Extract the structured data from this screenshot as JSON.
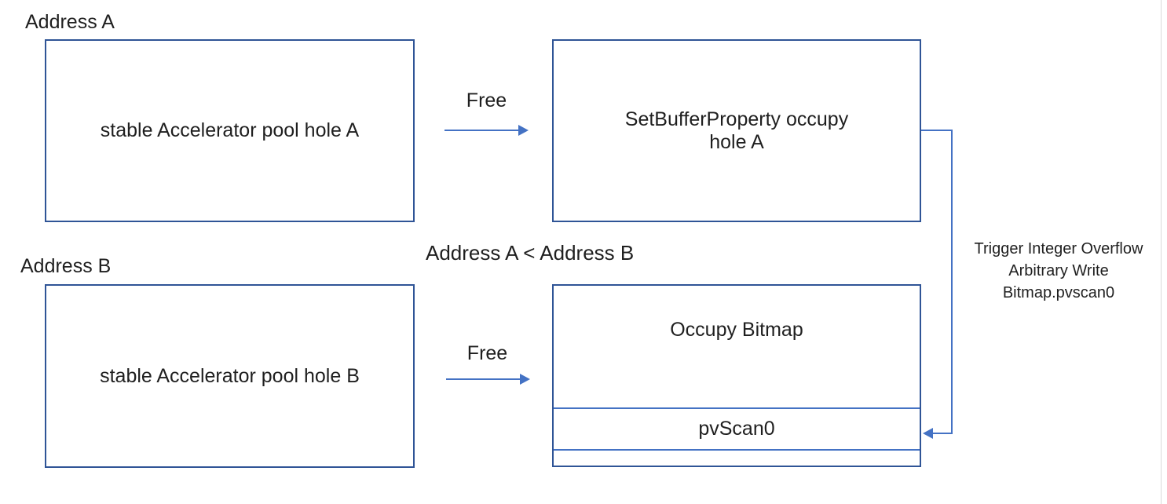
{
  "labels": {
    "address_a": "Address A",
    "address_b": "Address B",
    "comparison": "Address A < Address B",
    "free_a": "Free",
    "free_b": "Free"
  },
  "boxes": {
    "pool_hole_a": "stable Accelerator pool hole A",
    "occupy_hole_a_line1": "SetBufferProperty occupy",
    "occupy_hole_a_line2": "hole A",
    "pool_hole_b": "stable Accelerator pool hole B",
    "occupy_bitmap": "Occupy Bitmap",
    "pvscan0_field": "pvScan0"
  },
  "annotation": {
    "line1": "Trigger Integer Overflow",
    "line2": "Arbitrary Write",
    "line3": "Bitmap.pvscan0"
  },
  "colors": {
    "box_border": "#2f5496",
    "connector": "#4472c4",
    "text": "#1f1f1f"
  }
}
